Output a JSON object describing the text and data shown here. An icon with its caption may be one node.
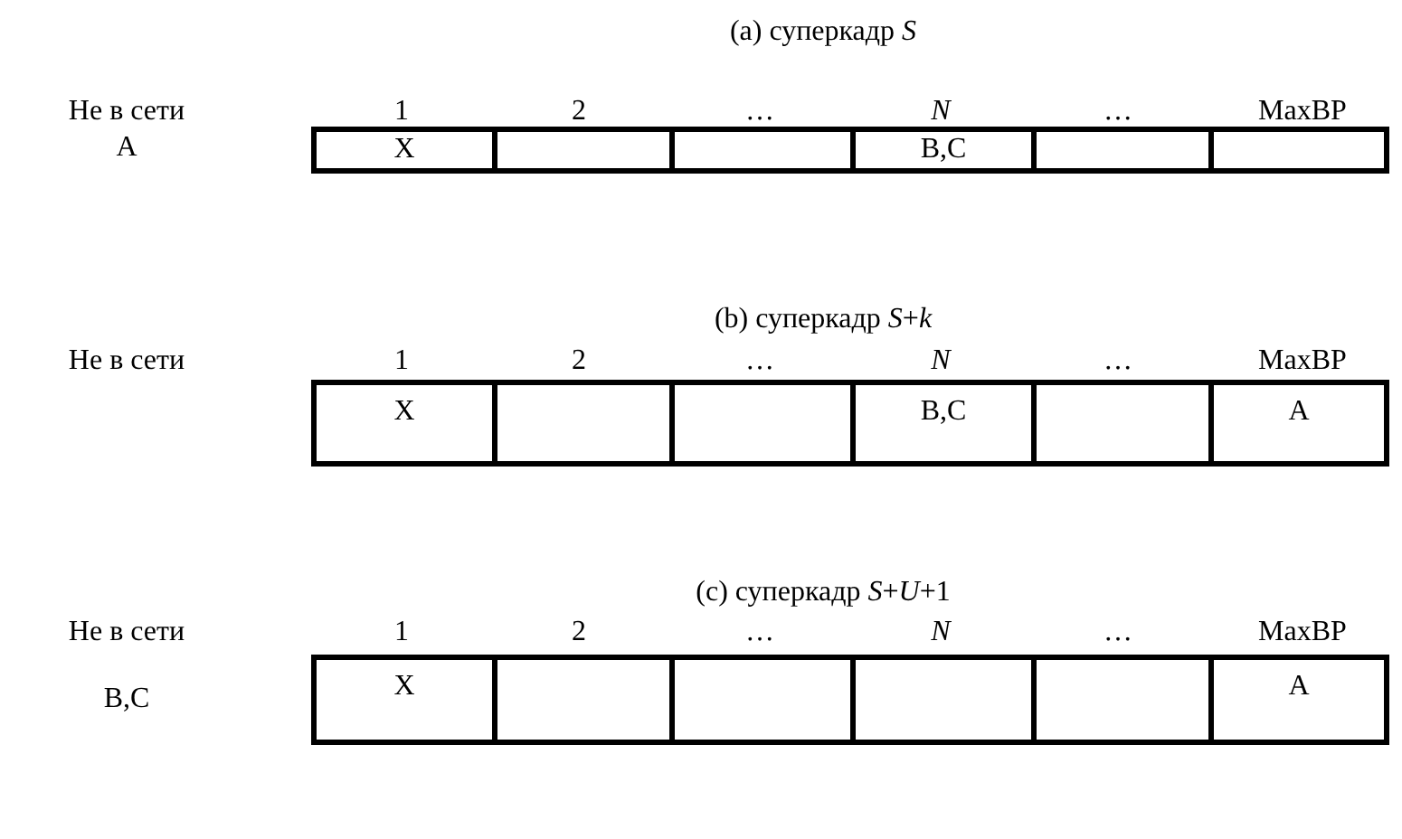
{
  "diagram": {
    "nodes": [
      {
        "text": [
          "X"
        ]
      },
      {
        "text": [],
        "shape": "box"
      },
      {
        "text": [],
        "shape": "box"
      },
      {
        "text": [
          "B,C"
        ]
      },
      {
        "text": [],
        "shape": "box"
      },
      {
        "text": [],
        "shape": "box"
      },
      {
        "text": [
          "X"
        ]
      },
      {
        "text": [],
        "shape": "box"
      },
      {
        "text": [],
        "shape": "box"
      },
      {
        "text": [
          "B,C"
        ]
      },
      {
        "text": [],
        "shape": "box"
      },
      {
        "text": [
          "A"
        ]
      },
      {
        "text": [
          "X"
        ]
      },
      {
        "text": [],
        "shape": "box"
      },
      {
        "text": [],
        "shape": "box"
      },
      {
        "text": [],
        "shape": "box"
      },
      {
        "text": [],
        "shape": "box"
      },
      {
        "text": [
          "A"
        ]
      }
    ],
    "labels": [
      "(a) суперкадр *S*",
      "Не в сети",
      "1",
      "2",
      "…",
      "N",
      "…",
      "MaxBP",
      "A",
      "(b) суперкадр *S*+*k*",
      "Не в сети",
      "1",
      "2",
      "…",
      "N",
      "…",
      "MaxBP",
      "(c) суперкадр *S*+*U*+1",
      "Не в сети",
      "1",
      "2",
      "…",
      "N",
      "…",
      "MaxBP",
      "B,C"
    ]
  }
}
